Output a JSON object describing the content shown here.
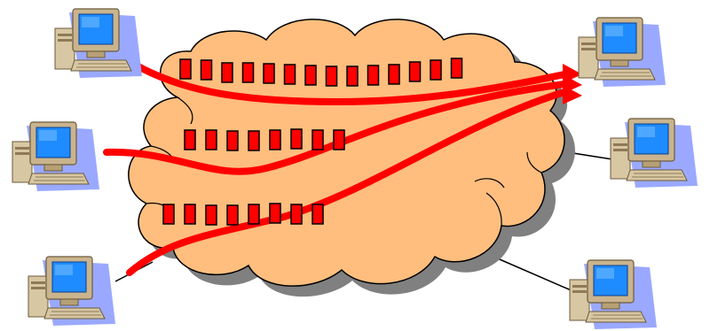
{
  "diagram": {
    "type": "network-congestion",
    "colors": {
      "cloud_fill": "#FFBE7E",
      "cloud_shadow": "#808080",
      "cloud_outline": "#000000",
      "flow": "#FF0000",
      "packet_fill": "#FF0000",
      "packet_stroke": "#000000",
      "monitor_bezel": "#C9B48E",
      "monitor_screen": "#1E8BFF",
      "computer_shadow": "#9AA9FF",
      "link": "#000000"
    },
    "computers": [
      {
        "id": "pc-left-1",
        "icon": "computer-icon",
        "side": "left"
      },
      {
        "id": "pc-left-2",
        "icon": "computer-icon",
        "side": "left"
      },
      {
        "id": "pc-left-3",
        "icon": "computer-icon",
        "side": "left"
      },
      {
        "id": "pc-right-1",
        "icon": "computer-icon",
        "side": "right"
      },
      {
        "id": "pc-right-2",
        "icon": "computer-icon",
        "side": "right"
      },
      {
        "id": "pc-right-3",
        "icon": "computer-icon",
        "side": "right"
      }
    ],
    "flows": [
      {
        "id": "flow-1",
        "from": "pc-left-1",
        "to": "pc-right-1",
        "packets": 14
      },
      {
        "id": "flow-2",
        "from": "pc-left-2",
        "to": "pc-right-1",
        "packets": 8
      },
      {
        "id": "flow-3",
        "from": "pc-left-3",
        "to": "pc-right-1",
        "packets": 8
      }
    ],
    "links": [
      {
        "from": "pc-left-3",
        "to": "cloud"
      },
      {
        "from": "cloud",
        "to": "pc-right-2"
      },
      {
        "from": "cloud",
        "to": "pc-right-3"
      }
    ]
  }
}
